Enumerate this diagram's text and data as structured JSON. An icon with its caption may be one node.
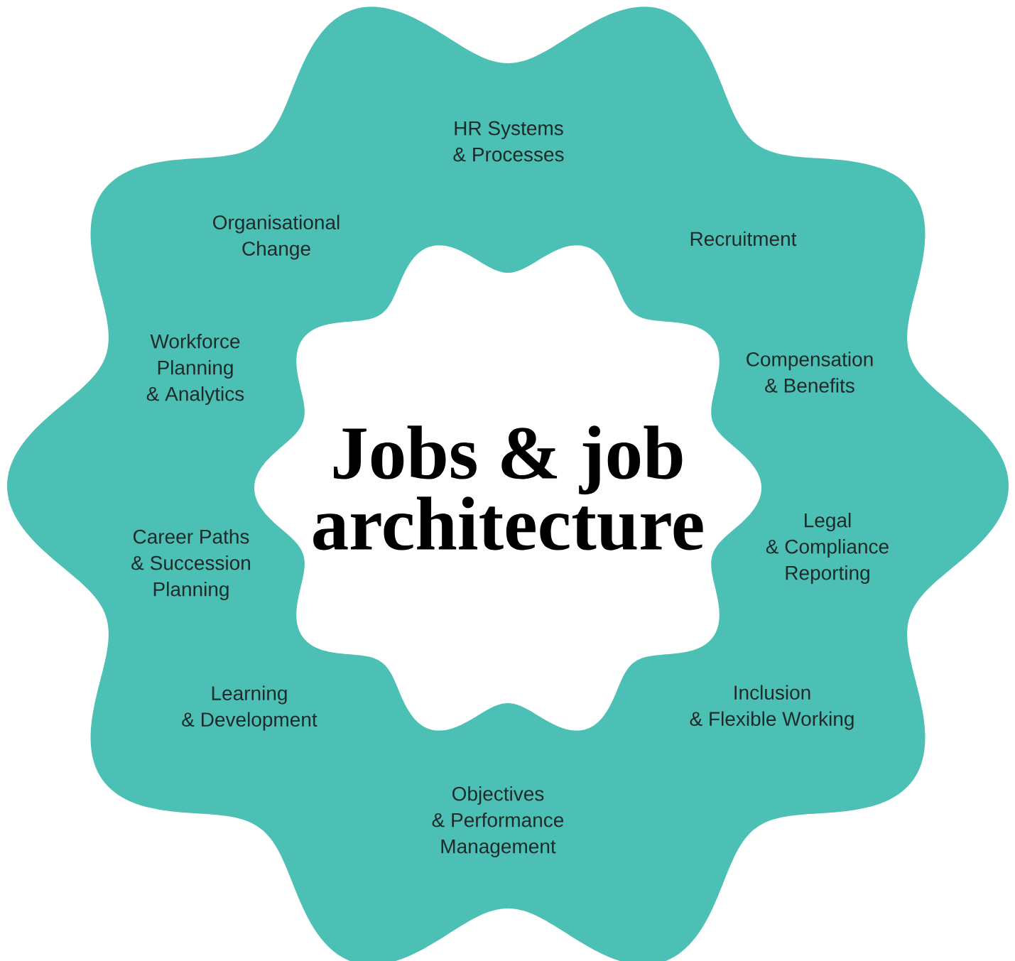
{
  "diagram": {
    "nodes": [
      {
        "text": [
          "HR Systems & Processes",
          "Recruitment",
          "Compensation & Benefits",
          "Legal & Compliance Reporting",
          "Inclusion & Flexible Working",
          "Objectives & Performance Management",
          "Learning & Development",
          "Career Paths & Succession Planning",
          "Workforce Planning & Analytics",
          "Organisational Change"
        ]
      },
      {
        "text": [
          "Jobs & job architecture"
        ],
        "in": 0
      }
    ]
  }
}
